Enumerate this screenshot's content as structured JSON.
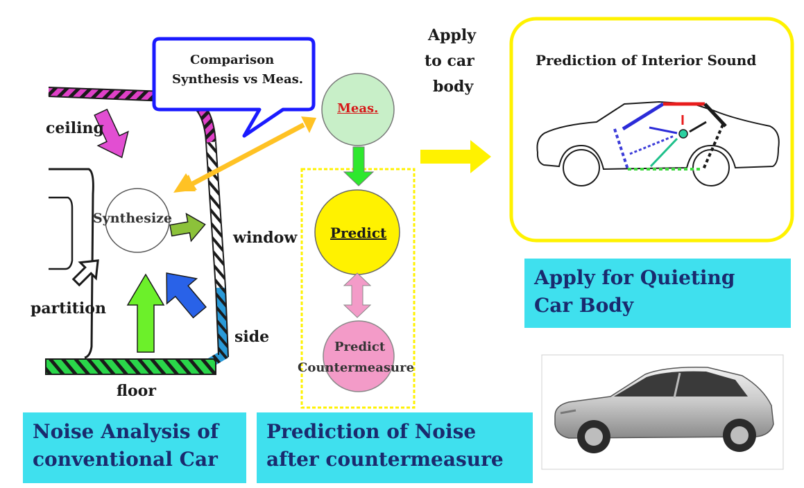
{
  "labels": {
    "ceiling": "ceiling",
    "partition": "partition",
    "window": "window",
    "side": "side",
    "floor": "floor",
    "synthesize": "Synthesize",
    "comparison_line1": "Comparison",
    "comparison_line2": "Synthesis vs Meas.",
    "meas": "Meas.",
    "predict": "Predict",
    "predict_cm_line1": "Predict",
    "predict_cm_line2": "Countermeasure",
    "apply_line1": "Apply",
    "apply_line2": "to car",
    "apply_line3": "body",
    "interior_title": "Prediction of Interior Sound"
  },
  "banners": {
    "noise_analysis_line1": "Noise Analysis of",
    "noise_analysis_line2": "conventional Car",
    "prediction_line1": "Prediction of Noise",
    "prediction_line2": "after countermeasure",
    "quieting_line1": "Apply for Quieting",
    "quieting_line2": "Car Body"
  },
  "colors": {
    "banner_bg": "#3fe0ee",
    "banner_text": "#1a2a6e",
    "meas_circle": "#c8efc8",
    "meas_text": "#d61a1a",
    "predict_circle": "#fff200",
    "countermeasure_circle": "#f39bc8",
    "yellow_frame": "#fff200",
    "callout_border": "#1a1aff"
  }
}
